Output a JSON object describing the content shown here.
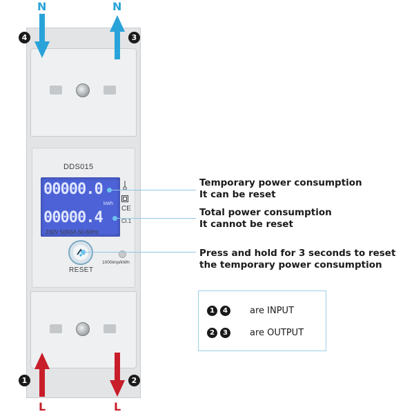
{
  "terminals": {
    "top_left": {
      "label": "N",
      "number": "4"
    },
    "top_right": {
      "label": "N",
      "number": "3"
    },
    "bottom_left": {
      "label": "L",
      "number": "1"
    },
    "bottom_right": {
      "label": "L",
      "number": "2"
    },
    "colors": {
      "neutral": "#29a3d9",
      "line": "#c81e2a"
    }
  },
  "meter": {
    "model": "DDS015",
    "lcd_top": "00000.0",
    "lcd_bottom": "00000.4",
    "unit": "kWh",
    "specs": "230V  5(80)A  50-60Hz",
    "pulse": "1000imp/kWh",
    "class": "Cl.1",
    "ce": "CE",
    "reset_label": "RESET",
    "lcd_color": "#4d62d6"
  },
  "callouts": {
    "temporary": {
      "line1": "Temporary power consumption",
      "line2": "It can be reset"
    },
    "total": {
      "line1": "Total power consumption",
      "line2": "It cannot be reset"
    },
    "reset": {
      "line1": "Press and hold for 3 seconds to reset",
      "line2": "the temporary power consumption"
    }
  },
  "legend": {
    "row1": {
      "badges": [
        "1",
        "4"
      ],
      "text": "are INPUT"
    },
    "row2": {
      "badges": [
        "2",
        "3"
      ],
      "text": "are OUTPUT"
    }
  }
}
